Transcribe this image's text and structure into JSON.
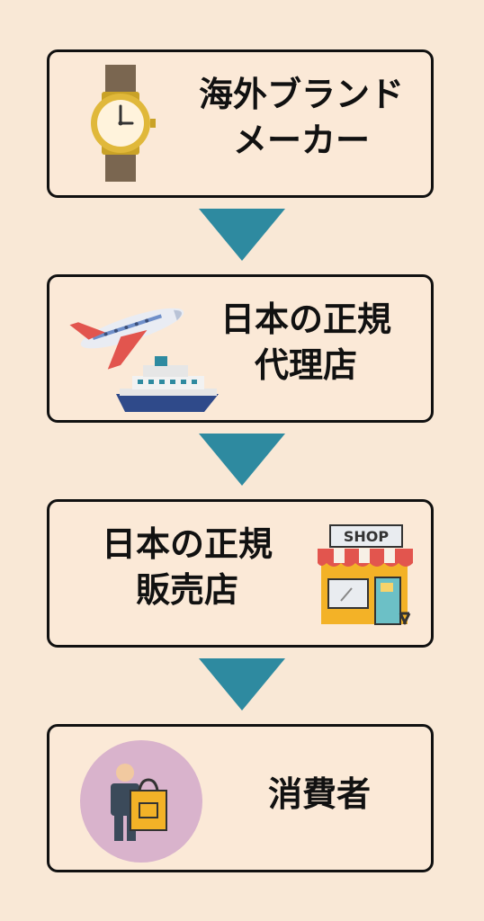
{
  "steps": [
    {
      "label_line1": "海外ブランド",
      "label_line2": "メーカー",
      "icon": "watch-icon"
    },
    {
      "label_line1": "日本の正規",
      "label_line2": "代理店",
      "icon": "airplane-and-ship-icon"
    },
    {
      "label_line1": "日本の正規",
      "label_line2": "販売店",
      "icon": "shop-icon",
      "shop_sign": "SHOP"
    },
    {
      "label_line1": "消費者",
      "icon": "consumer-with-bag-icon"
    }
  ],
  "colors": {
    "background": "#f9e8d6",
    "box_border": "#111111",
    "arrow": "#2e8aa0",
    "consumer_circle": "#d9b3cc"
  }
}
